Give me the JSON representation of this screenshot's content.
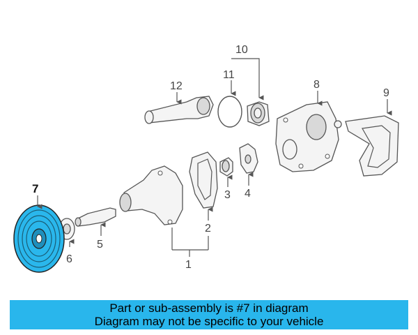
{
  "callouts": {
    "c1": "1",
    "c2": "2",
    "c3": "3",
    "c4": "4",
    "c5": "5",
    "c6": "6",
    "c7": "7",
    "c8": "8",
    "c9": "9",
    "c10": "10",
    "c11": "11",
    "c12": "12"
  },
  "banner": {
    "line1": "Part or sub-assembly is #7 in diagram",
    "line2": "Diagram may not be specific to your vehicle"
  },
  "colors": {
    "banner_bg": "#29b6ec",
    "highlight_part": "#2ab7ec"
  }
}
